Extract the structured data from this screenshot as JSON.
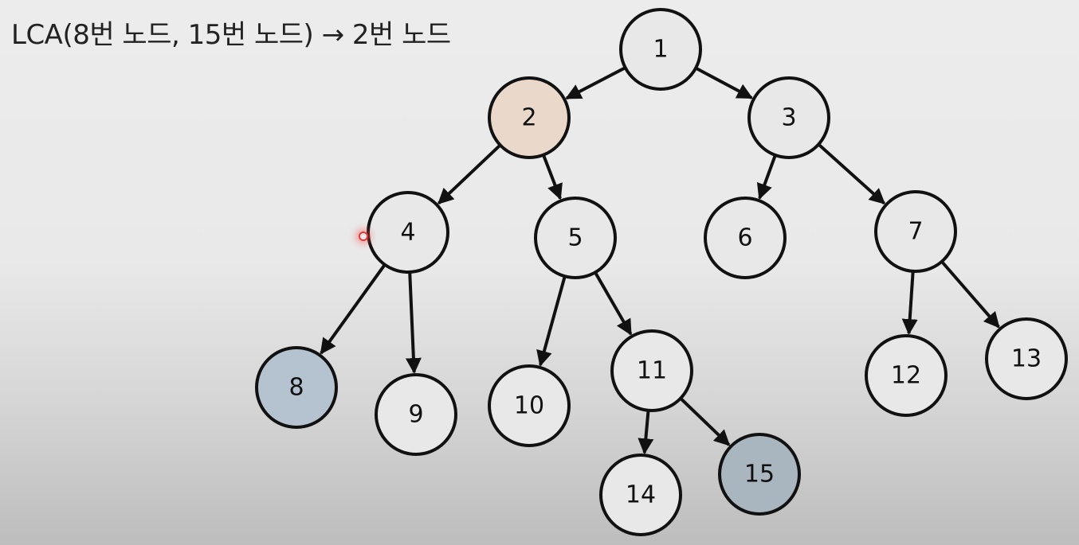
{
  "heading": {
    "text": "LCA(8번 노드, 15번 노드) → 2번 노드"
  },
  "colors": {
    "default_fill": "#e8e8e8",
    "lca_fill": "#ead8cb",
    "query_fill": "#b4c3cf",
    "query_fill_alt": "#a9b5bf",
    "edge": "#111111",
    "cursor": "#e53935"
  },
  "tree": {
    "nodes": [
      {
        "id": "1",
        "label": "1",
        "role": "default"
      },
      {
        "id": "2",
        "label": "2",
        "role": "lca"
      },
      {
        "id": "3",
        "label": "3",
        "role": "default"
      },
      {
        "id": "4",
        "label": "4",
        "role": "default"
      },
      {
        "id": "5",
        "label": "5",
        "role": "default"
      },
      {
        "id": "6",
        "label": "6",
        "role": "default"
      },
      {
        "id": "7",
        "label": "7",
        "role": "default"
      },
      {
        "id": "8",
        "label": "8",
        "role": "query"
      },
      {
        "id": "9",
        "label": "9",
        "role": "default"
      },
      {
        "id": "10",
        "label": "10",
        "role": "default"
      },
      {
        "id": "11",
        "label": "11",
        "role": "default"
      },
      {
        "id": "12",
        "label": "12",
        "role": "default"
      },
      {
        "id": "13",
        "label": "13",
        "role": "default"
      },
      {
        "id": "14",
        "label": "14",
        "role": "default"
      },
      {
        "id": "15",
        "label": "15",
        "role": "query"
      }
    ],
    "edges": [
      {
        "from": "1",
        "to": "2"
      },
      {
        "from": "1",
        "to": "3"
      },
      {
        "from": "2",
        "to": "4"
      },
      {
        "from": "2",
        "to": "5"
      },
      {
        "from": "3",
        "to": "6"
      },
      {
        "from": "3",
        "to": "7"
      },
      {
        "from": "4",
        "to": "8"
      },
      {
        "from": "4",
        "to": "9"
      },
      {
        "from": "5",
        "to": "10"
      },
      {
        "from": "5",
        "to": "11"
      },
      {
        "from": "7",
        "to": "12"
      },
      {
        "from": "7",
        "to": "13"
      },
      {
        "from": "11",
        "to": "14"
      },
      {
        "from": "11",
        "to": "15"
      }
    ]
  }
}
